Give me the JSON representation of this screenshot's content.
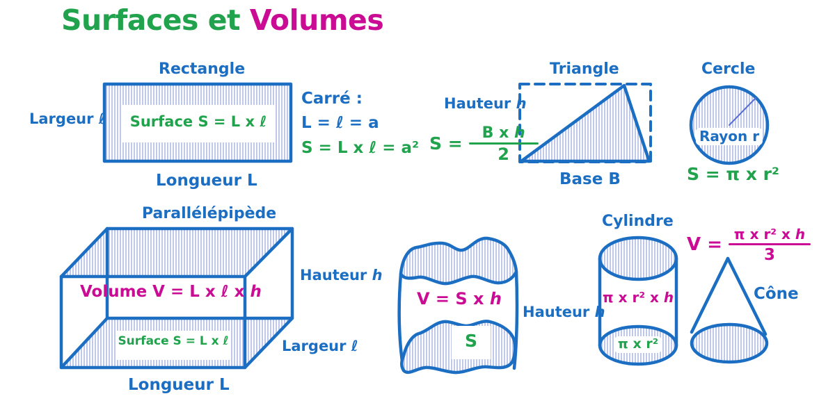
{
  "title": {
    "part1": "Surfaces et ",
    "part2": "Volumes"
  },
  "colors": {
    "blue": "#1b6ec2",
    "green": "#21a24c",
    "magenta": "#ca0b94",
    "hatch": "#aab5e0",
    "radius_line": "#5a6fd0"
  },
  "rectangle": {
    "name": "Rectangle",
    "largeur": "Largeur ℓ",
    "surface": "Surface S = L x ℓ",
    "longueur": "Longueur L"
  },
  "carre": {
    "title": "Carré :",
    "line1": "L = ℓ = a",
    "line2": "S = L x ℓ = a²"
  },
  "triangle": {
    "name": "Triangle",
    "hauteur": "Hauteur ℎ",
    "formula_lhs": "S =",
    "numerator": "B x ℎ",
    "denominator": "2",
    "base": "Base B"
  },
  "cercle": {
    "name": "Cercle",
    "rayon": "Rayon r",
    "formula": "S = π x r²"
  },
  "parallelepipede": {
    "name": "Parallélépipède",
    "volume": "Volume V = L x ℓ x ℎ",
    "surface": "Surface S = L x ℓ",
    "hauteur": "Hauteur ℎ",
    "largeur": "Largeur ℓ",
    "longueur": "Longueur L"
  },
  "prisme": {
    "volume": "V = S x ℎ",
    "surface": "S",
    "hauteur": "Hauteur ℎ"
  },
  "cylindre": {
    "name": "Cylindre",
    "lateral": "π x r² x ℎ",
    "base": "π x r²"
  },
  "cone": {
    "name": "Cône",
    "formula_lhs": "V =",
    "numerator": "π x r² x ℎ",
    "denominator": "3"
  }
}
